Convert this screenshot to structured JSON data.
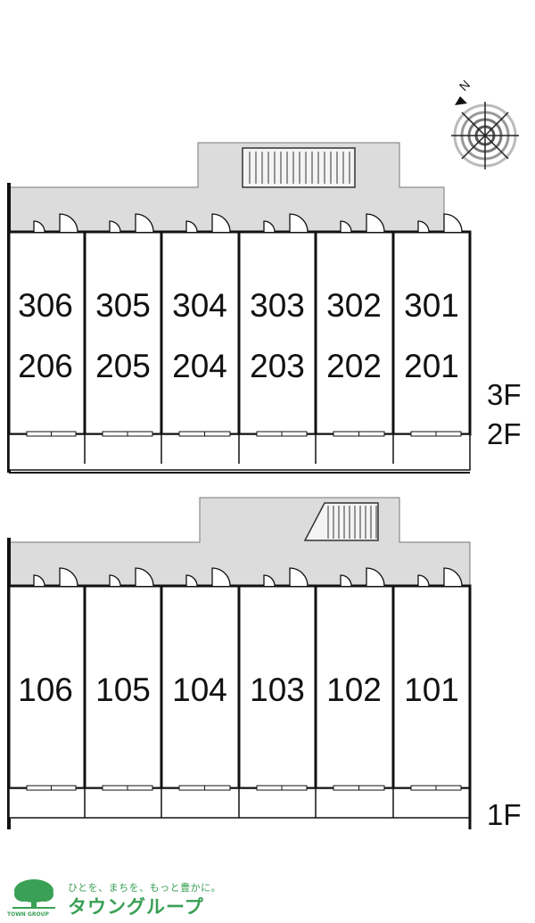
{
  "upper_block": {
    "top_row_units": [
      "306",
      "305",
      "304",
      "303",
      "302",
      "301"
    ],
    "bottom_row_units": [
      "206",
      "205",
      "204",
      "203",
      "202",
      "201"
    ],
    "floor_labels": [
      "3F",
      "2F"
    ]
  },
  "lower_block": {
    "units": [
      "106",
      "105",
      "104",
      "103",
      "102",
      "101"
    ],
    "floor_label": "1F"
  },
  "compass": {
    "north_label": "N",
    "icon": "compass-icon"
  },
  "footer": {
    "tagline": "ひとを、まちを、もっと豊かに。",
    "brand": "タウングループ",
    "logo_text": "TOWN GROUP",
    "brand_color": "#3aa055"
  }
}
